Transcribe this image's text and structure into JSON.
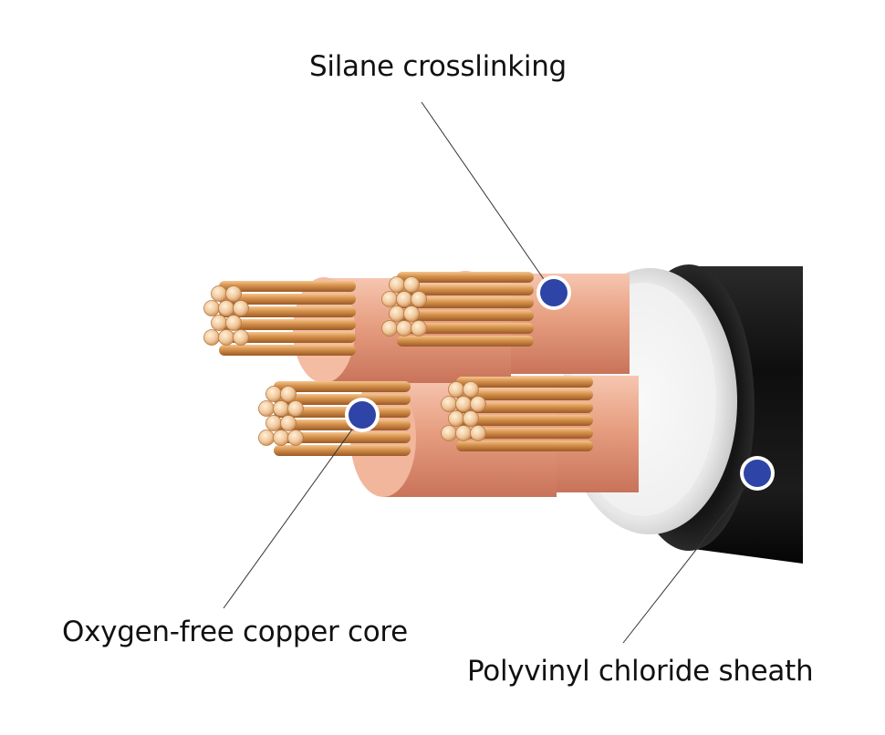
{
  "labels": {
    "silane": "Silane crosslinking",
    "copper": "Oxygen-free copper core",
    "pvc": "Polyvinyl chloride sheath"
  },
  "colors": {
    "marker": "#2e44a6",
    "marker_ring": "#ffffff",
    "leader": "#333333",
    "sheath": "#141414",
    "insulation": "#e9a88e",
    "filler": "#efefef",
    "copper": "#d08b4c"
  },
  "icons": [
    "cable-cross-section-illustration",
    "callout-marker-dot"
  ]
}
